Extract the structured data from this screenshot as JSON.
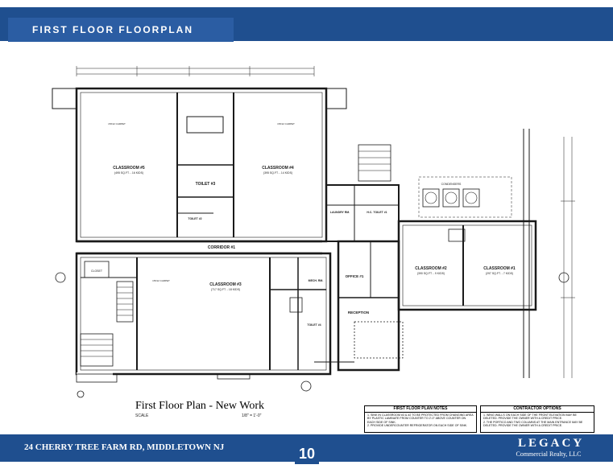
{
  "header": {
    "title": "FIRST FLOOR FLOORPLAN"
  },
  "plan": {
    "caption": "First Floor Plan - New Work",
    "scale_label": "SCALE",
    "scale_value": "1/8\" = 1'-0\"",
    "rooms": {
      "classroom5": "CLASSROOM #5",
      "classroom5_area": "(495 SQ.FT. - 16 KIDS)",
      "classroom4": "CLASSROOM #4",
      "classroom4_area": "(395 SQ.FT. - 14 KIDS)",
      "classroom3": "CLASSROOM #3",
      "classroom3_area": "(717 SQ.FT. - 18 KIDS)",
      "classroom2": "CLASSROOM #2",
      "classroom2_area": "(390 SQ.FT. - 9 KIDS)",
      "classroom1": "CLASSROOM #1",
      "classroom1_area": "(297 SQ.FT. - 7 KIDS)",
      "corridor": "CORRIDOR #1",
      "toilet3": "TOILET #3",
      "toilet2": "TOILET #2",
      "toilet4": "TOILET #4",
      "office": "OFFICE #1",
      "reception": "RECEPTION",
      "mech": "MECH. RM.",
      "laundry": "LAUNDRY RM.",
      "hc_toilet": "H.C. TOILET #1",
      "closet": "CLOSET",
      "condensers": "CONDENSERS",
      "carpet": "15X12 CARPET"
    }
  },
  "notes": {
    "floor_plan_notes_title": "FIRST FLOOR PLAN NOTES",
    "floor_plan_notes": [
      "1. SINK IN CLASSROOM #3 & #2 TO BE PROTECTED FROM CHANGING AREA BY PLASTIC LAMINATE FROM COUNTER TO 2'-0\" ABOVE COUNTER ON EACH SIDE OF SINK.",
      "2. PROVIDE UNDERCOUNTER REFRIGERATOR ON EACH SIDE OF SINK."
    ],
    "contractor_options_title": "CONTRACTOR OPTIONS",
    "contractor_options": [
      "1. WING WALLS ON EACH SIDE OF THE FRONT ELEVATION MAY BE DELETED. PROVIDE THE OWNER WITH A CREDIT PRICE.",
      "2. THE PORTICO AND TWO COLUMNS AT THE MAIN ENTRANCE MAY BE DELETED. PROVIDE THE OWNER WITH A CREDIT PRICE."
    ]
  },
  "footer": {
    "address": "24 CHERRY TREE FARM RD, MIDDLETOWN NJ",
    "page_number": "10",
    "brand": "LEGACY",
    "brand_sub": "Commercial Realty, LLC"
  },
  "colors": {
    "band": "#1f4f8f",
    "title_band": "#2b5da3",
    "ink": "#1a1a1a"
  }
}
